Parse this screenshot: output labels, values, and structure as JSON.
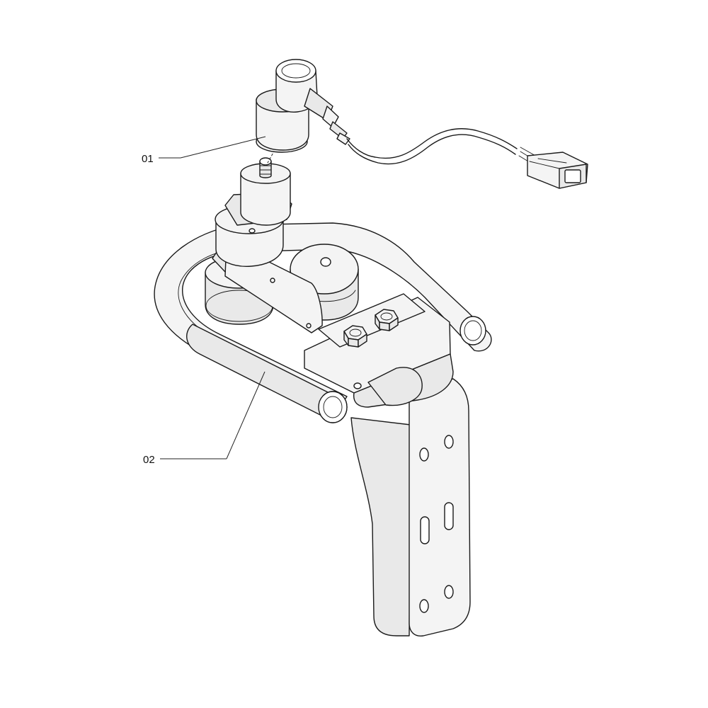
{
  "callouts": [
    {
      "id": "01",
      "label": "01"
    },
    {
      "id": "02",
      "label": "02"
    }
  ],
  "colors": {
    "line": "#1a1a1a",
    "shade": "#e9e9e9",
    "background": "#ffffff"
  }
}
